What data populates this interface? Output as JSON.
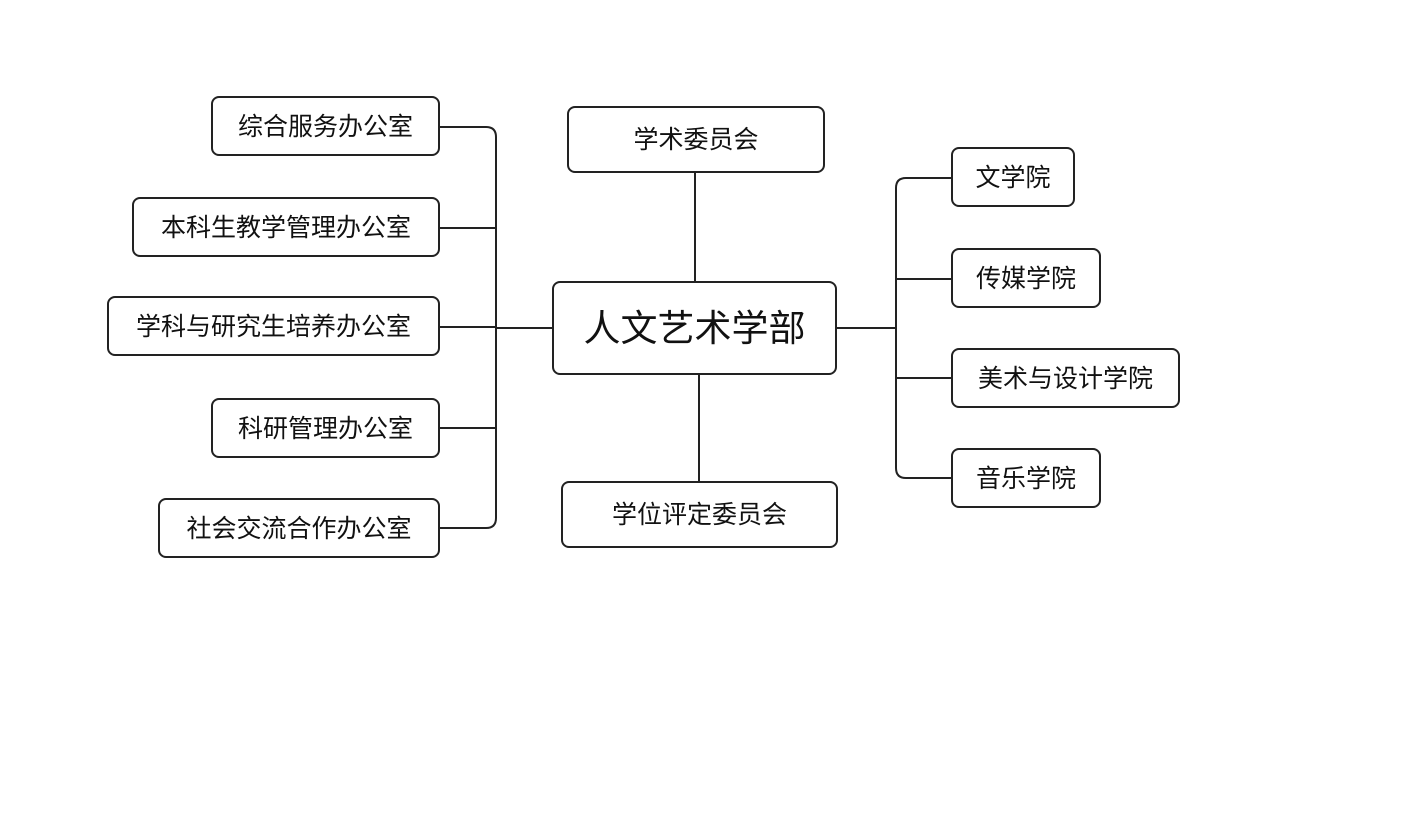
{
  "diagram": {
    "center": {
      "label": "人文艺术学部"
    },
    "top": {
      "label": "学术委员会"
    },
    "bottom": {
      "label": "学位评定委员会"
    },
    "left": [
      {
        "label": "综合服务办公室"
      },
      {
        "label": "本科生教学管理办公室"
      },
      {
        "label": "学科与研究生培养办公室"
      },
      {
        "label": "科研管理办公室"
      },
      {
        "label": "社会交流合作办公室"
      }
    ],
    "right": [
      {
        "label": "文学院"
      },
      {
        "label": "传媒学院"
      },
      {
        "label": "美术与设计学院"
      },
      {
        "label": "音乐学院"
      }
    ],
    "colors": {
      "border": "#222222",
      "text": "#111111",
      "background": "#ffffff"
    }
  }
}
